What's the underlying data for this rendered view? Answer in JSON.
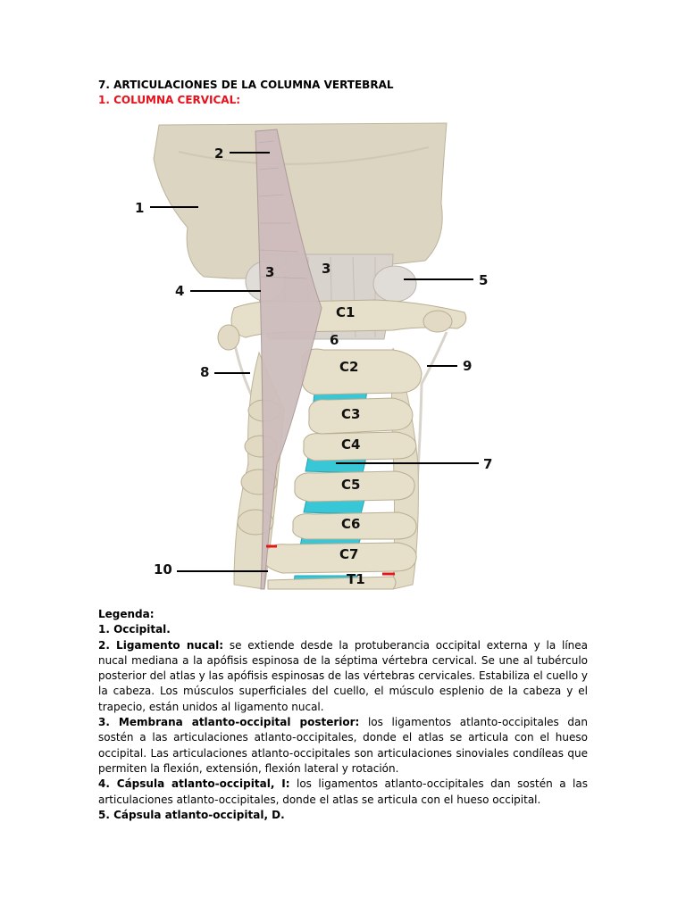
{
  "heading": {
    "main": "7. ARTICULACIONES DE LA COLUMNA VERTEBRAL",
    "sub": "1. COLUMNA CERVICAL:"
  },
  "figure": {
    "labels": [
      "1",
      "2",
      "3",
      "3",
      "4",
      "5",
      "6",
      "7",
      "8",
      "9",
      "10"
    ],
    "vertebrae": [
      "C1",
      "C2",
      "C3",
      "C4",
      "C5",
      "C6",
      "C7",
      "T1"
    ]
  },
  "legend": {
    "title": "Legenda:",
    "items": [
      {
        "term": "1. Occipital.",
        "text": ""
      },
      {
        "term": "2. Ligamento nucal:",
        "text": " se extiende desde la protuberancia occipital externa y la línea nucal mediana a la apófisis espinosa de la séptima vértebra cervical. Se une al tubérculo posterior del atlas y las apófisis espinosas de las vértebras cervicales. Estabiliza el cuello y la cabeza. Los músculos superficiales del cuello, el músculo esplenio de la cabeza y el trapecio, están unidos al ligamento nucal."
      },
      {
        "term": "3. Membrana atlanto-occipital posterior:",
        "text": " los ligamentos atlanto-occipitales dan sostén a las articulaciones atlanto-occipitales, donde el atlas se articula con el hueso occipital. Las articulaciones atlanto-occipitales son articulaciones sinoviales condíleas que permiten la flexión, extensión, flexión lateral y rotación."
      },
      {
        "term": "4. Cápsula atlanto-occipital, I:",
        "text": " los ligamentos atlanto-occipitales dan sostén a las articulaciones atlanto-occipitales, donde el atlas se articula con el hueso occipital."
      },
      {
        "term": "5. Cápsula atlanto-occipital, D.",
        "text": ""
      }
    ]
  }
}
